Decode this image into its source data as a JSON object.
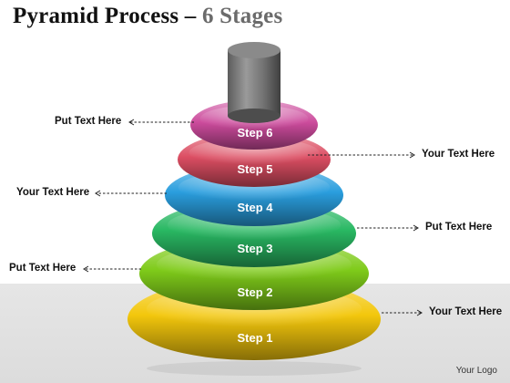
{
  "title": {
    "main": "Pyramid Process – ",
    "accent": "6 Stages"
  },
  "steps": [
    {
      "label": "Step 1",
      "color": "#f3c70c"
    },
    {
      "label": "Step 2",
      "color": "#7fcb1a"
    },
    {
      "label": "Step 3",
      "color": "#29b863"
    },
    {
      "label": "Step 4",
      "color": "#2a9ede"
    },
    {
      "label": "Step 5",
      "color": "#dc4e63"
    },
    {
      "label": "Step 6",
      "color": "#cc4b9c"
    }
  ],
  "callouts": [
    {
      "text": "Put Text Here",
      "side": "left",
      "step": "Step 6"
    },
    {
      "text": "Your Text Here",
      "side": "right",
      "step": "Step 5"
    },
    {
      "text": "Your Text Here",
      "side": "left",
      "step": "Step 4"
    },
    {
      "text": "Put Text Here",
      "side": "right",
      "step": "Step 3"
    },
    {
      "text": "Put Text Here",
      "side": "left",
      "step": "Step 2"
    },
    {
      "text": "Your Text Here",
      "side": "right",
      "step": "Step 1"
    }
  ],
  "footer": "Your Logo"
}
